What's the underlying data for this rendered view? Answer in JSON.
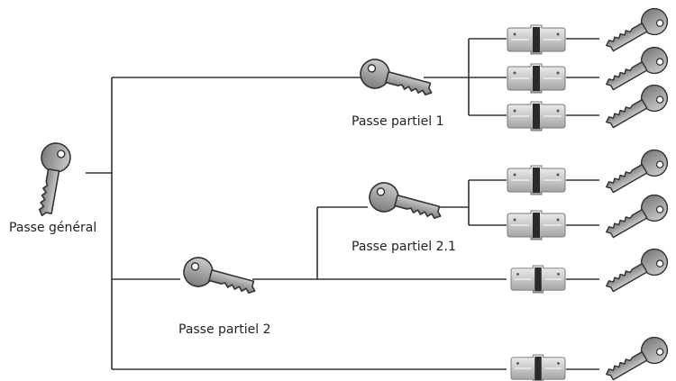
{
  "labels": {
    "general": "Passe général",
    "partial_1": "Passe partiel 1",
    "partial_2": "Passe partiel 2",
    "partial_2_1": "Passe partiel 2.1"
  },
  "hierarchy": {
    "root": "Passe général",
    "children": [
      {
        "name": "Passe partiel 1",
        "cylinders": 3
      },
      {
        "name": "Passe partiel 2",
        "cylinders": 1,
        "children": [
          {
            "name": "Passe partiel 2.1",
            "cylinders": 2
          }
        ]
      },
      {
        "name": "",
        "cylinders": 1
      }
    ]
  },
  "icons": [
    "key-icon",
    "lock-cylinder-icon"
  ],
  "colors": {
    "key_body": "#9a9a9a",
    "cylinder_body": "#d2d2d2",
    "cylinder_core": "#2a2a2a",
    "line": "#333333"
  }
}
